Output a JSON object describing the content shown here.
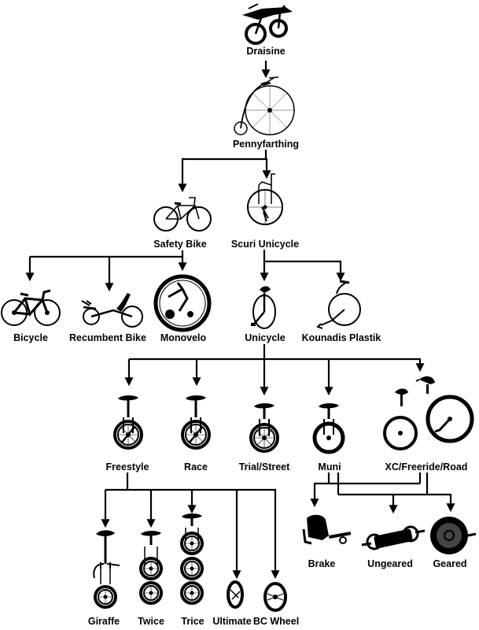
{
  "nodes": {
    "draisine": "Draisine",
    "pennyfarthing": "Pennyfarthing",
    "safety_bike": "Safety Bike",
    "scuri_unicycle": "Scuri Unicycle",
    "bicycle": "Bicycle",
    "recumbent_bike": "Recumbent Bike",
    "monovelo": "Monovelo",
    "unicycle": "Unicycle",
    "kounadis_plastik": "Kounadis Plastik",
    "freestyle": "Freestyle",
    "race": "Race",
    "trial_street": "Trial/Street",
    "muni": "Muni",
    "xc_freeride_road": "XC/Freeride/Road",
    "brake": "Brake",
    "ungeared": "Ungeared",
    "geared": "Geared",
    "giraffe": "Giraffe",
    "twice": "Twice",
    "trice": "Trice",
    "ultimate": "Ultimate",
    "bc_wheel": "BC Wheel"
  },
  "icons": {
    "draisine": "draisine-icon",
    "pennyfarthing": "pennyfarthing-icon",
    "safety_bike": "safety-bike-icon",
    "scuri_unicycle": "scuri-unicycle-icon",
    "bicycle": "bicycle-icon",
    "recumbent_bike": "recumbent-bike-icon",
    "monovelo": "monovelo-icon",
    "unicycle": "unicycle-icon",
    "kounadis_plastik": "kounadis-unicycle-icon",
    "freestyle": "freestyle-unicycle-icon",
    "race": "race-unicycle-icon",
    "trial_street": "trial-unicycle-icon",
    "muni": "muni-unicycle-icon",
    "xc_freeride_road": "xc-unicycle-icon",
    "brake": "brake-icon",
    "ungeared": "ungeared-hub-icon",
    "geared": "geared-hub-icon",
    "giraffe": "giraffe-unicycle-icon",
    "twice": "twice-unicycle-icon",
    "trice": "trice-unicycle-icon",
    "ultimate": "ultimate-wheel-icon",
    "bc_wheel": "bc-wheel-icon"
  },
  "colors": {
    "ink": "#000000",
    "background": "#ffffff"
  }
}
